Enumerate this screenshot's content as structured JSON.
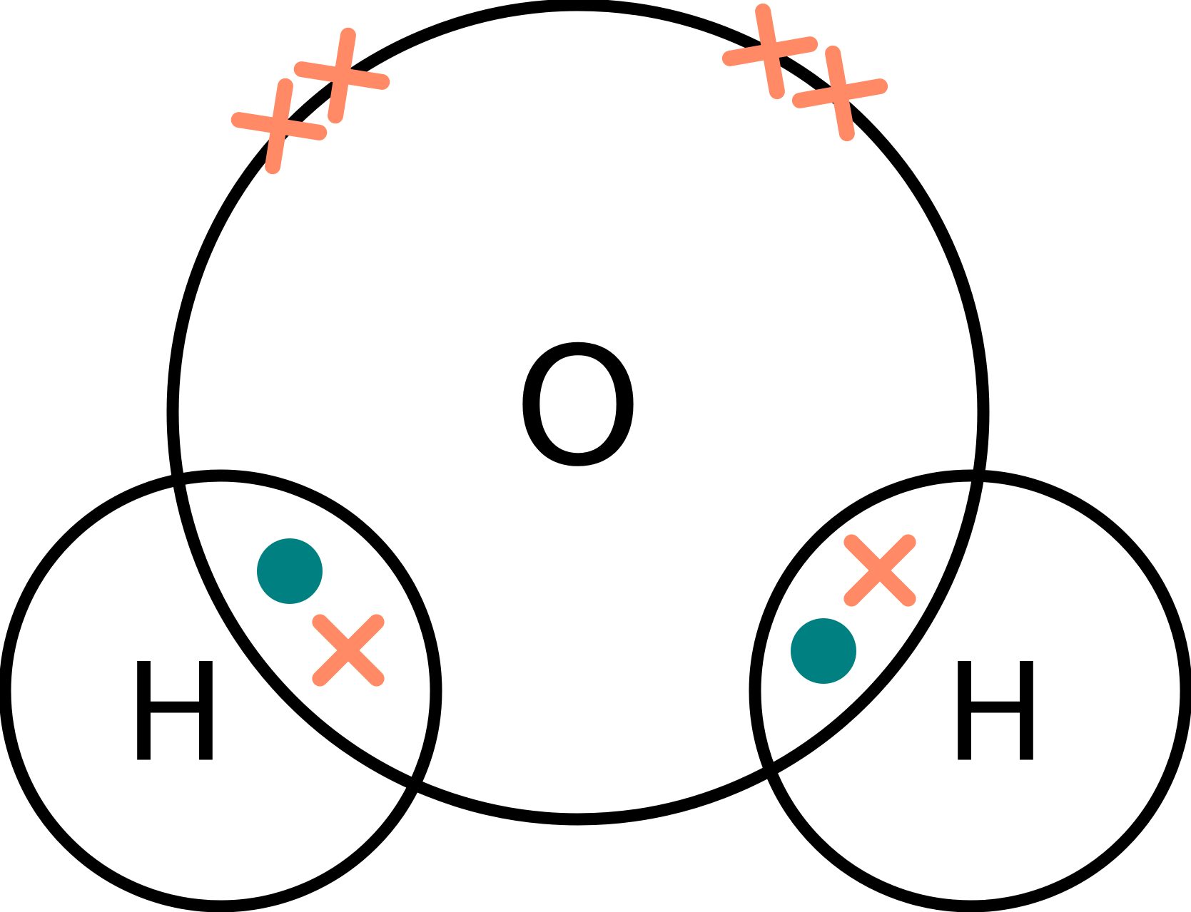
{
  "molecule": {
    "oxygen_label": "O",
    "hydrogen_left_label": "H",
    "hydrogen_right_label": "H"
  },
  "electrons": {
    "oxygen_electron": {
      "marker": "cross-icon",
      "color": "#FF8A65"
    },
    "hydrogen_electron": {
      "marker": "dot-icon",
      "color": "#008080"
    },
    "lone_pair_count": 2,
    "bonding_pair_count": 2
  },
  "colors": {
    "shell_stroke": "#000000",
    "background": "#FFFFFF"
  }
}
